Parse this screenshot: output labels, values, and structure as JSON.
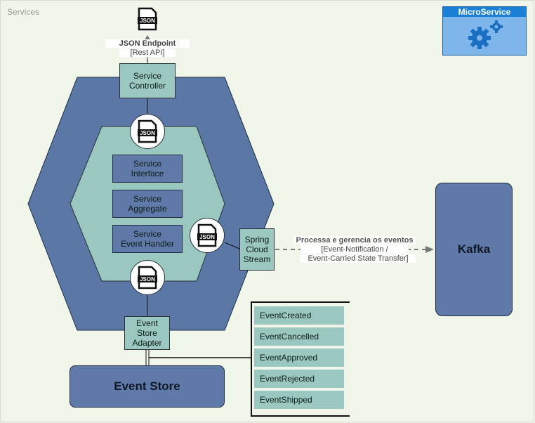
{
  "container_label": "Services",
  "legend": {
    "title": "MicroService",
    "icon": "gears-icon",
    "title_color": "#1b7fd6",
    "body_color": "#7eb6ec"
  },
  "endpoint": {
    "title": "JSON Endpoint",
    "subtitle": "[Rest API]",
    "icon": "json-file-icon"
  },
  "service_controller": "Service\nController",
  "inner": {
    "interface": "Service\nInterface",
    "aggregate": "Service\nAggregate",
    "event_handler": "Service\nEvent Handler"
  },
  "json_badge_label": "JSON",
  "spring_cloud_stream": "Spring\nCloud\nStream",
  "flow": {
    "title": "Processa e gerencia os eventos",
    "line1": "[Event-Notification /",
    "line2": "Event-Carried State Transfer]"
  },
  "kafka": "Kafka",
  "event_store_adapter": "Event\nStore\nAdapter",
  "event_store": "Event Store",
  "events": [
    "EventCreated",
    "EventCancelled",
    "EventApproved",
    "EventRejected",
    "EventShipped"
  ],
  "colors": {
    "hex_outer": "#5b77a6",
    "hex_inner": "#9ac8c0",
    "teal": "#9ac8c0",
    "blue": "#5f79a8",
    "background": "#f1f6ea"
  }
}
